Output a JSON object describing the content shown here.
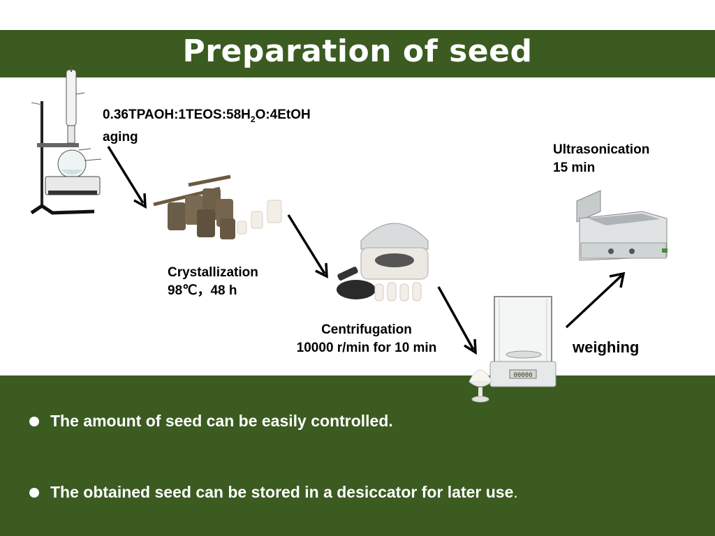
{
  "slide": {
    "title": "Preparation of seed",
    "colors": {
      "band": "#3b5b21",
      "title_text": "#ffffff",
      "label_text": "#000000"
    }
  },
  "steps": {
    "aging": {
      "formula_a": "0.36TPAOH:1TEOS:58H",
      "formula_sub": "2",
      "formula_b": "O:4EtOH",
      "line2": "aging"
    },
    "crystallization": {
      "line1": "Crystallization",
      "line2": "98℃，48 h"
    },
    "centrifugation": {
      "line1": "Centrifugation",
      "line2": "10000 r/min for 10 min"
    },
    "weighing": {
      "line1": "weighing"
    },
    "ultrasonication": {
      "line1": "Ultrasonication",
      "line2": "15 min"
    }
  },
  "bullets": [
    {
      "text": "The amount of seed can be easily controlled."
    },
    {
      "text": "The obtained seed can be stored in a desiccator  for later use",
      "suffix": "."
    }
  ],
  "icons": {
    "glassware": "reflux-apparatus-icon",
    "autoclave": "autoclave-icon",
    "centrifuge": "centrifuge-icon",
    "balance": "analytical-balance-icon",
    "powder": "powder-sample-icon",
    "bath": "ultrasonic-bath-icon",
    "arrow": "arrow-icon"
  },
  "balance_display": "00000"
}
